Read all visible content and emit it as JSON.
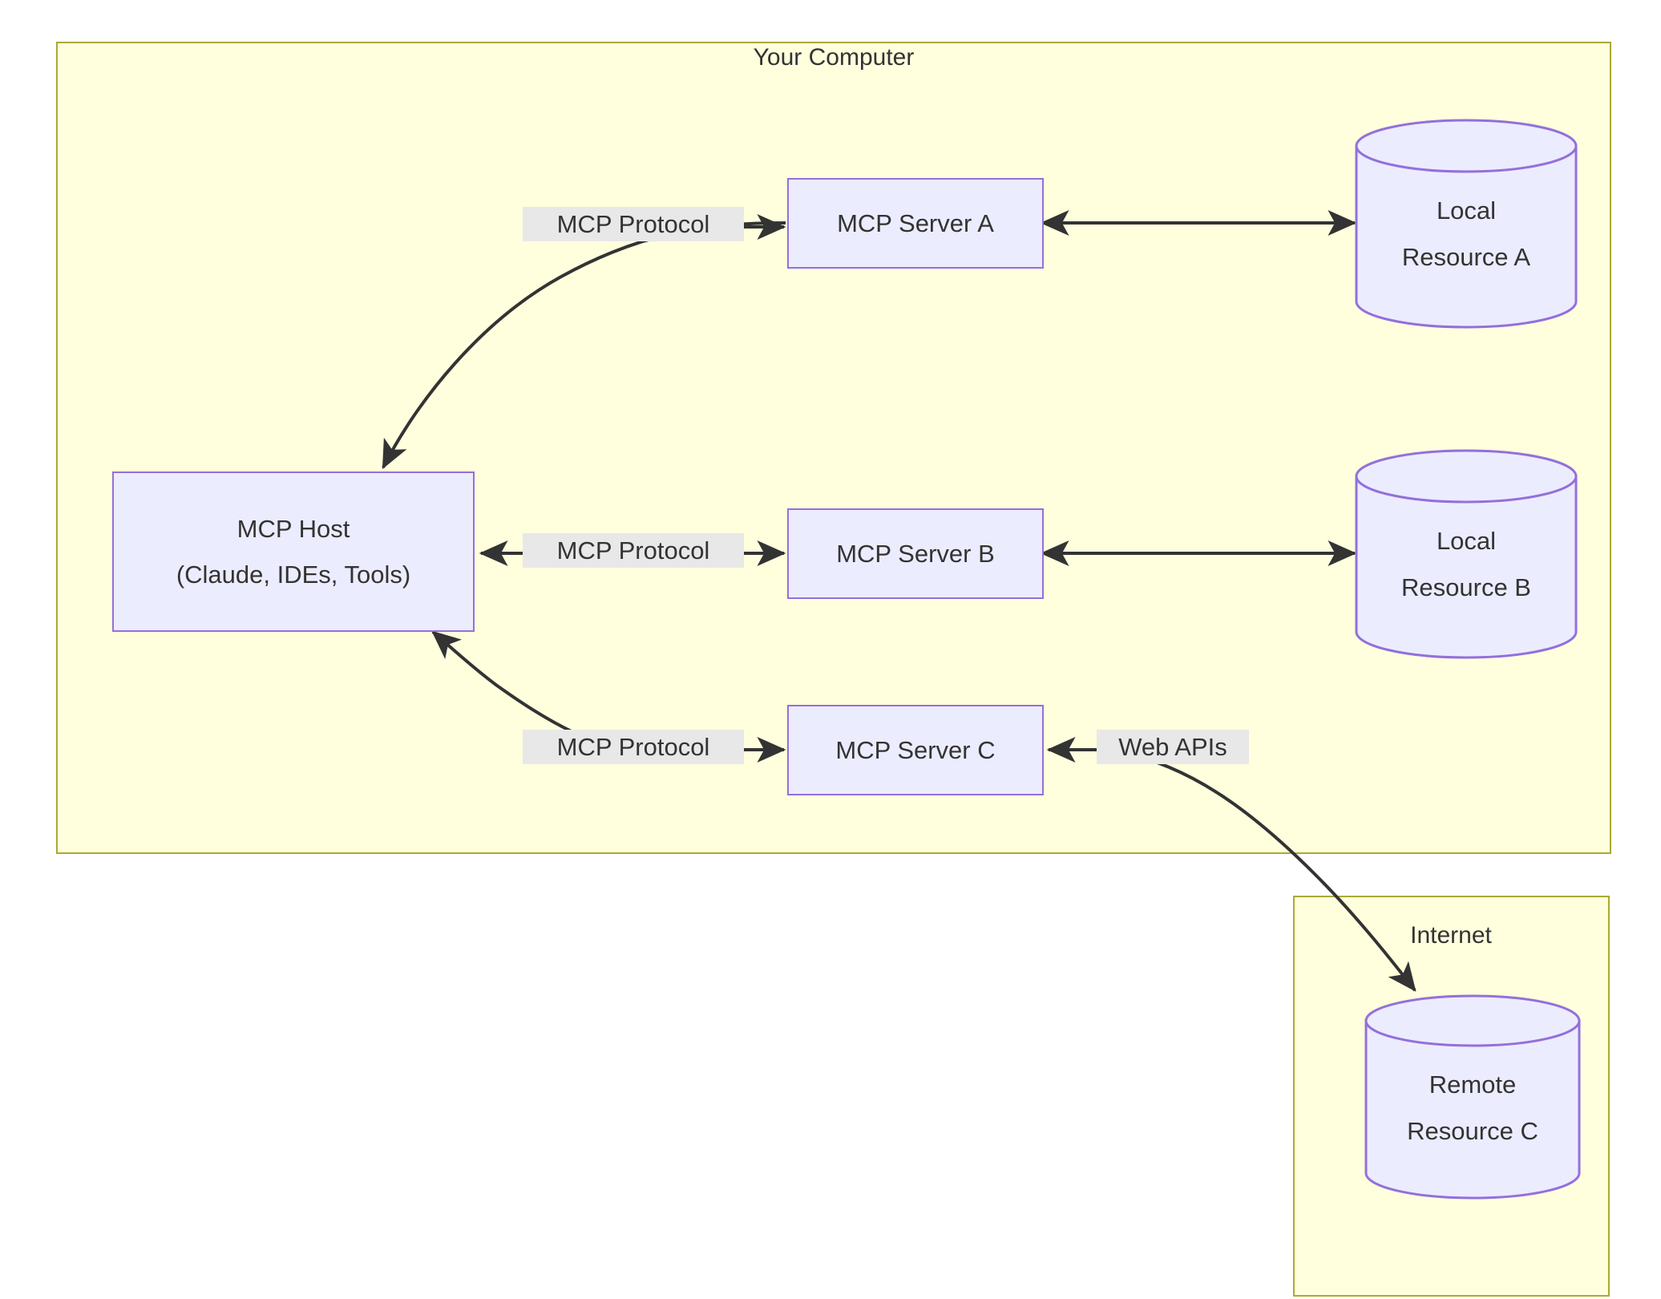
{
  "diagram": {
    "type": "flowchart",
    "subgraphs": [
      {
        "id": "your-computer",
        "title": "Your Computer"
      },
      {
        "id": "internet",
        "title": "Internet"
      }
    ],
    "nodes": [
      {
        "id": "mcp-host",
        "shape": "rect",
        "lines": [
          "MCP Host",
          "(Claude, IDEs, Tools)"
        ]
      },
      {
        "id": "mcp-server-a",
        "shape": "rect",
        "lines": [
          "MCP Server A"
        ]
      },
      {
        "id": "mcp-server-b",
        "shape": "rect",
        "lines": [
          "MCP Server B"
        ]
      },
      {
        "id": "mcp-server-c",
        "shape": "rect",
        "lines": [
          "MCP Server C"
        ]
      },
      {
        "id": "local-resource-a",
        "shape": "cylinder",
        "lines": [
          "Local",
          "Resource A"
        ]
      },
      {
        "id": "local-resource-b",
        "shape": "cylinder",
        "lines": [
          "Local",
          "Resource B"
        ]
      },
      {
        "id": "remote-resource-c",
        "shape": "cylinder",
        "lines": [
          "Remote",
          "Resource C"
        ]
      }
    ],
    "edges": [
      {
        "id": "host-to-server-a",
        "from": "mcp-host",
        "to": "mcp-server-a",
        "label": "MCP Protocol",
        "direction": "both"
      },
      {
        "id": "host-to-server-b",
        "from": "mcp-host",
        "to": "mcp-server-b",
        "label": "MCP Protocol",
        "direction": "both"
      },
      {
        "id": "host-to-server-c",
        "from": "mcp-host",
        "to": "mcp-server-c",
        "label": "MCP Protocol",
        "direction": "both"
      },
      {
        "id": "server-a-to-local-a",
        "from": "mcp-server-a",
        "to": "local-resource-a",
        "label": "",
        "direction": "both"
      },
      {
        "id": "server-b-to-local-b",
        "from": "mcp-server-b",
        "to": "local-resource-b",
        "label": "",
        "direction": "both"
      },
      {
        "id": "server-c-to-remote-c",
        "from": "mcp-server-c",
        "to": "remote-resource-c",
        "label": "Web APIs",
        "direction": "both"
      }
    ],
    "labels": {
      "your_computer": "Your Computer",
      "internet": "Internet",
      "mcp_host_line1": "MCP Host",
      "mcp_host_line2": "(Claude, IDEs, Tools)",
      "mcp_server_a": "MCP Server A",
      "mcp_server_b": "MCP Server B",
      "mcp_server_c": "MCP Server C",
      "local_resource_a_line1": "Local",
      "local_resource_a_line2": "Resource A",
      "local_resource_b_line1": "Local",
      "local_resource_b_line2": "Resource B",
      "remote_resource_c_line1": "Remote",
      "remote_resource_c_line2": "Resource C",
      "mcp_protocol_a": "MCP Protocol",
      "mcp_protocol_b": "MCP Protocol",
      "mcp_protocol_c": "MCP Protocol",
      "web_apis": "Web APIs"
    },
    "colors": {
      "subgraph_fill": "#ffffde",
      "subgraph_border": "#aaaa33",
      "node_fill": "#ececff",
      "node_border": "#9370db",
      "edge_stroke": "#333333",
      "edge_label_bg": "#e8e8e8",
      "text": "#333333",
      "page_bg": "#ffffff"
    }
  }
}
